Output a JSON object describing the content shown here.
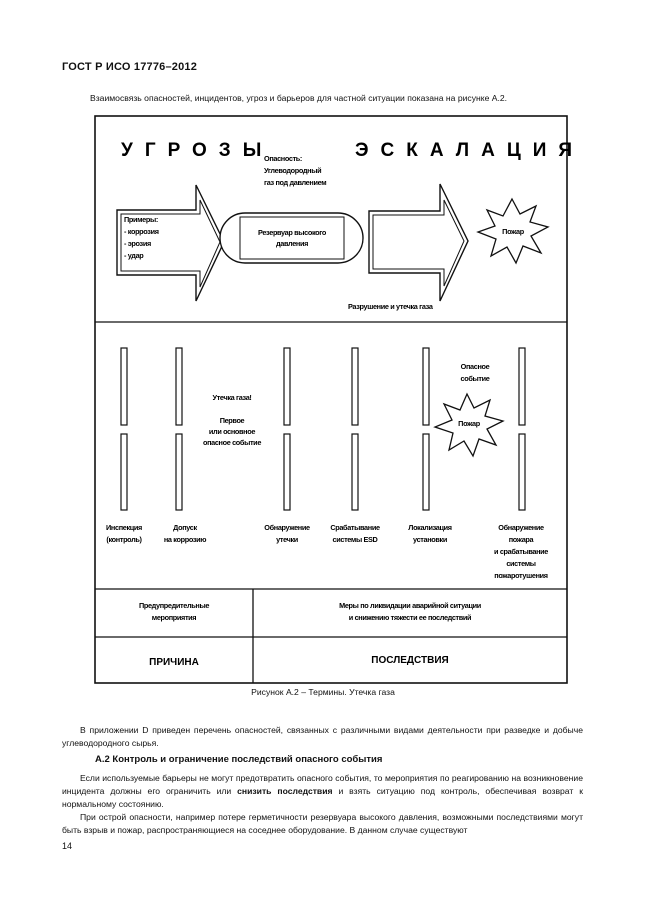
{
  "header": "ГОСТ Р ИСО 17776–2012",
  "intro": "Взаимосвязь опасностей, инцидентов, угроз и барьеров для частной ситуации показана на рисунке А.2.",
  "figure": {
    "threats": "УГРОЗЫ",
    "escalation": "ЭСКАЛАЦИЯ",
    "hazard": [
      "Опасность:",
      "Углеводородный",
      "газ под давлением"
    ],
    "examples": [
      "Примеры:",
      "- коррозия",
      "- эрозия",
      "- удар"
    ],
    "tank": [
      "Резервуар высокого",
      "давления"
    ],
    "fire_top": "Пожар",
    "rupture": "Разрушение и утечка газа",
    "event": [
      "Опасное",
      "событие"
    ],
    "fire_mid": "Пожар",
    "leak": [
      "Утечка газа!",
      "Первое",
      "или основное",
      "опасное событие"
    ],
    "barriers": [
      {
        "lines": [
          "Инспекция",
          "(контроль)"
        ]
      },
      {
        "lines": [
          "Допуск",
          "на коррозию"
        ]
      },
      {
        "lines": [
          "Обнаружение",
          "утечки"
        ]
      },
      {
        "lines": [
          "Срабатывание",
          "системы ESD"
        ]
      },
      {
        "lines": [
          "Локализация",
          "установки"
        ]
      },
      {
        "lines": [
          "Обнаружение",
          "пожара",
          "и срабатывание",
          "системы",
          "пожаротушения"
        ]
      }
    ],
    "preventive": [
      "Предупредительные",
      "мероприятия"
    ],
    "mitigation": [
      "Меры по ликвидации аварийной ситуации",
      "и снижению тяжести ее последствий"
    ],
    "cause": "ПРИЧИНА",
    "consequences": "ПОСЛЕДСТВИЯ"
  },
  "caption": "Рисунок А.2 – Термины. Утечка газа",
  "appendix_note": "В приложении D приведен перечень опасностей, связанных с различными видами деятельности при разведке и добыче углеводородного сырья.",
  "section_title": "А.2 Контроль и ограничение последствий опасного события",
  "para1_a": "Если используемые барьеры не могут предотвратить опасного события, то мероприятия по реагированию на возникновение инцидента должны его ограничить или ",
  "para1_b": "снизить последствия",
  "para1_c": " и взять ситуацию под контроль, обеспечивая возврат к нормальному состоянию.",
  "para2": "При острой опасности, например потере герметичности резервуара высокого давления, возможными последствиями могут быть взрыв и пожар, распространяющиеся на соседнее оборудование. В данном случае существуют",
  "page_number": "14"
}
